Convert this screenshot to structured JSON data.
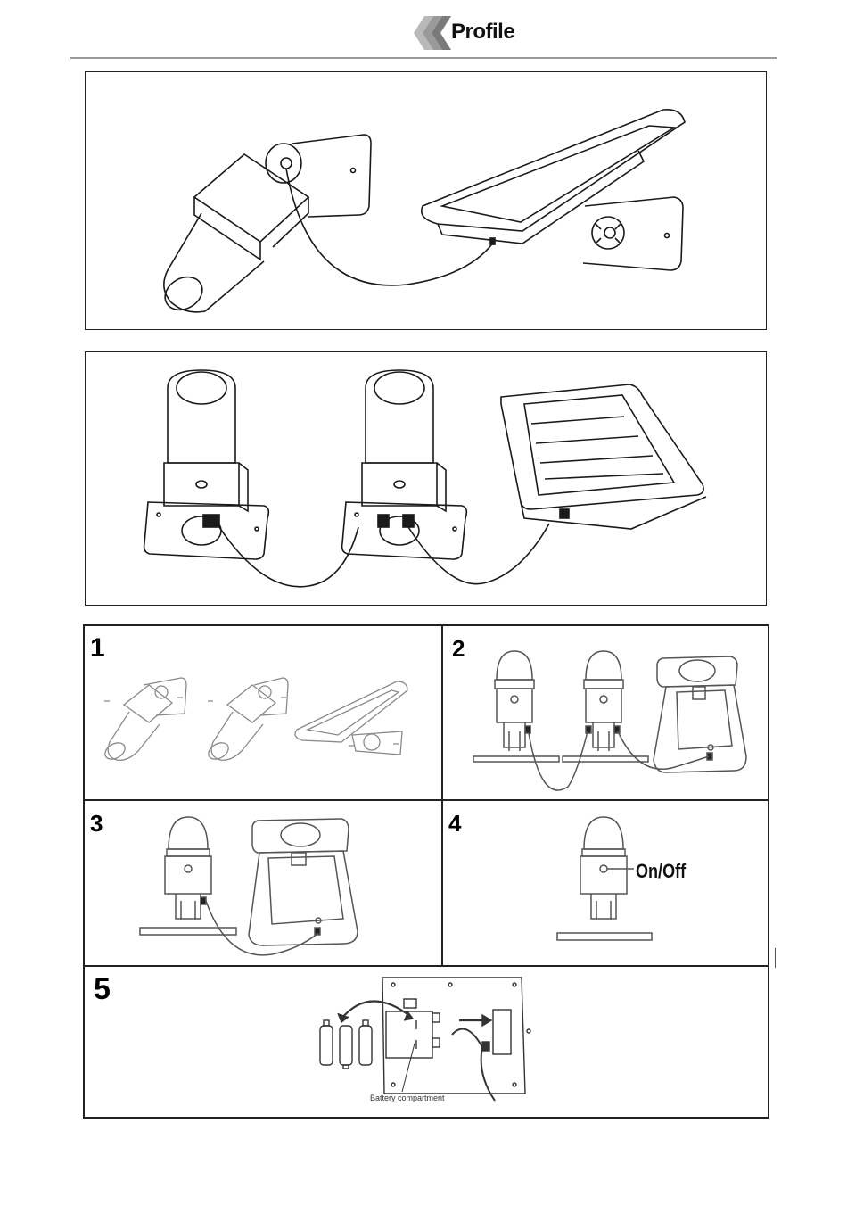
{
  "header": {
    "brand_name": "Profile",
    "logo_icon": "profile-chevrons-icon"
  },
  "figures": {
    "assembled_view": "spotlight-and-solar-panel-illustration",
    "two_light_view": "two-spotlights-and-solar-panel-illustration"
  },
  "steps": [
    {
      "number": "1"
    },
    {
      "number": "2"
    },
    {
      "number": "3"
    },
    {
      "number": "4",
      "switch_label": "On/Off"
    },
    {
      "number": "5",
      "caption": "Battery compartment"
    }
  ],
  "colors": {
    "line": "#1a1a1a",
    "step_line": "#8a8a8a",
    "rule": "#9a9a9a",
    "logo_gray": "#8c8c8c"
  }
}
